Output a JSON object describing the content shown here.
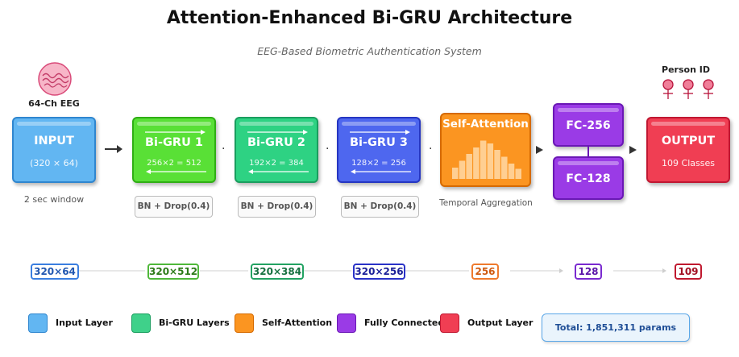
{
  "title": "Attention-Enhanced Bi-GRU Architecture",
  "subtitle": "EEG-Based Biometric Authentication System",
  "eeg_label": "64-Ch EEG",
  "person_id_label": "Person ID",
  "blocks": {
    "input": {
      "name": "INPUT",
      "sub": "(320 × 64)",
      "note": "2 sec window"
    },
    "gru1": {
      "name": "Bi-GRU 1",
      "sub": "256×2 = 512",
      "tag": "BN + Drop(0.4)"
    },
    "gru2": {
      "name": "Bi-GRU 2",
      "sub": "192×2 = 384",
      "tag": "BN + Drop(0.4)"
    },
    "gru3": {
      "name": "Bi-GRU 3",
      "sub": "128×2 = 256",
      "tag": "BN + Drop(0.4)"
    },
    "attn": {
      "name": "Self-Attention",
      "note": "Temporal Aggregation"
    },
    "fc1": {
      "name": "FC-256"
    },
    "fc2": {
      "name": "FC-128"
    },
    "output": {
      "name": "OUTPUT",
      "sub": "109 Classes"
    }
  },
  "attention_bars": [
    0.28,
    0.45,
    0.62,
    0.78,
    0.95,
    0.88,
    0.72,
    0.55,
    0.38,
    0.25
  ],
  "dims": [
    "320×64",
    "320×512",
    "320×384",
    "320×256",
    "256",
    "128",
    "109"
  ],
  "legend": [
    {
      "label": "Input Layer",
      "color": "#62b6f2"
    },
    {
      "label": "Bi-GRU Layers",
      "color": "#3fd18a"
    },
    {
      "label": "Self-Attention",
      "color": "#fb9521"
    },
    {
      "label": "Fully Connected",
      "color": "#9a3be6"
    },
    {
      "label": "Output Layer",
      "color": "#f03e53"
    }
  ],
  "total_params": "Total: 1,851,311 params",
  "colors": {
    "input": "#62b6f2",
    "gru1": "#59e036",
    "gru2": "#2ed283",
    "gru3": "#4e67ef",
    "attention": "#fb9521",
    "fc": "#9a3be6",
    "output": "#f03e53"
  }
}
